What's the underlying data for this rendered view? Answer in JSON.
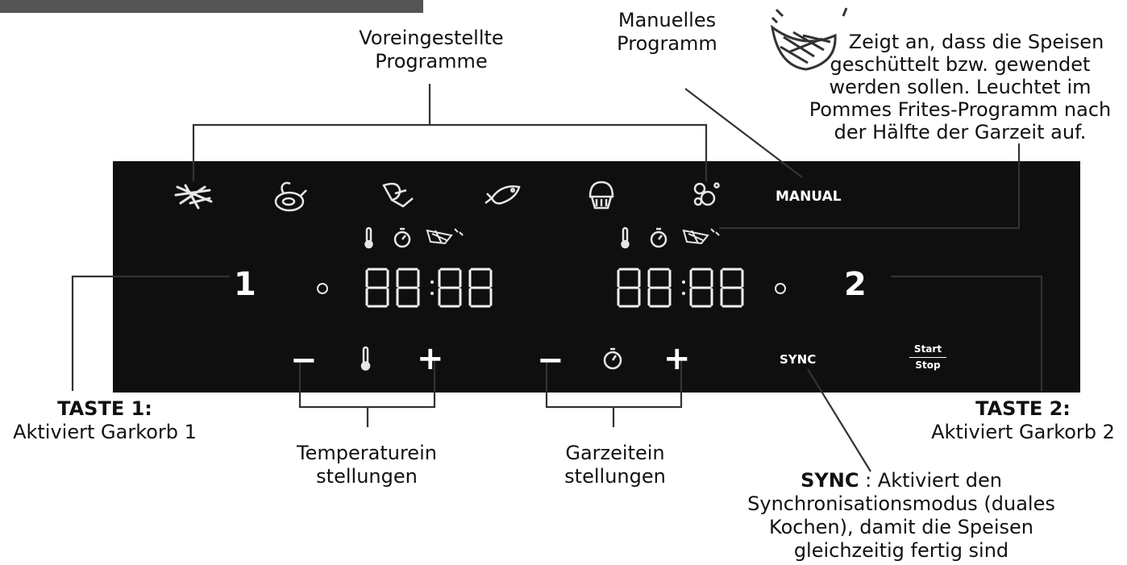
{
  "labels": {
    "presets": [
      "Voreingestellte",
      "Programme"
    ],
    "manual": [
      "Manuelles",
      "Programm"
    ],
    "shake": [
      "Zeigt an, dass die Speisen",
      "geschüttelt bzw. gewendet",
      "werden sollen. Leuchtet im",
      "Pommes Frites-Programm nach",
      "der Hälfte der Garzeit auf."
    ],
    "key1_title": "TASTE 1:",
    "key1_desc": "Aktiviert Garkorb 1",
    "key2_title": "TASTE 2:",
    "key2_desc": "Aktiviert Garkorb 2",
    "temp": [
      "Temperaturein",
      "stellungen"
    ],
    "time": [
      "Garzeitein",
      "stellungen"
    ],
    "sync_title": "SYNC",
    "sync_desc": [
      " : Aktiviert den",
      "Synchronisationsmodus (duales",
      "Kochen), damit die Speisen",
      "gleichzeitig fertig sind"
    ]
  },
  "panel": {
    "manual_label": "MANUAL",
    "key1": "1",
    "key2": "2",
    "display_left": "88:88",
    "display_right": "88:88",
    "sync_label": "SYNC",
    "start": "Start",
    "stop": "Stop",
    "minus": "−",
    "plus": "+"
  },
  "colors": {
    "panel": "#0f0f0f",
    "segment": "#f0f0f0",
    "icon": "#e6e6e6",
    "line": "#333333"
  },
  "icons": [
    "fries-icon",
    "chicken-icon",
    "drumstick-icon",
    "fish-icon",
    "muffin-icon",
    "vegetables-icon",
    "shake-basket-icon",
    "thermometer-icon",
    "timer-icon"
  ]
}
